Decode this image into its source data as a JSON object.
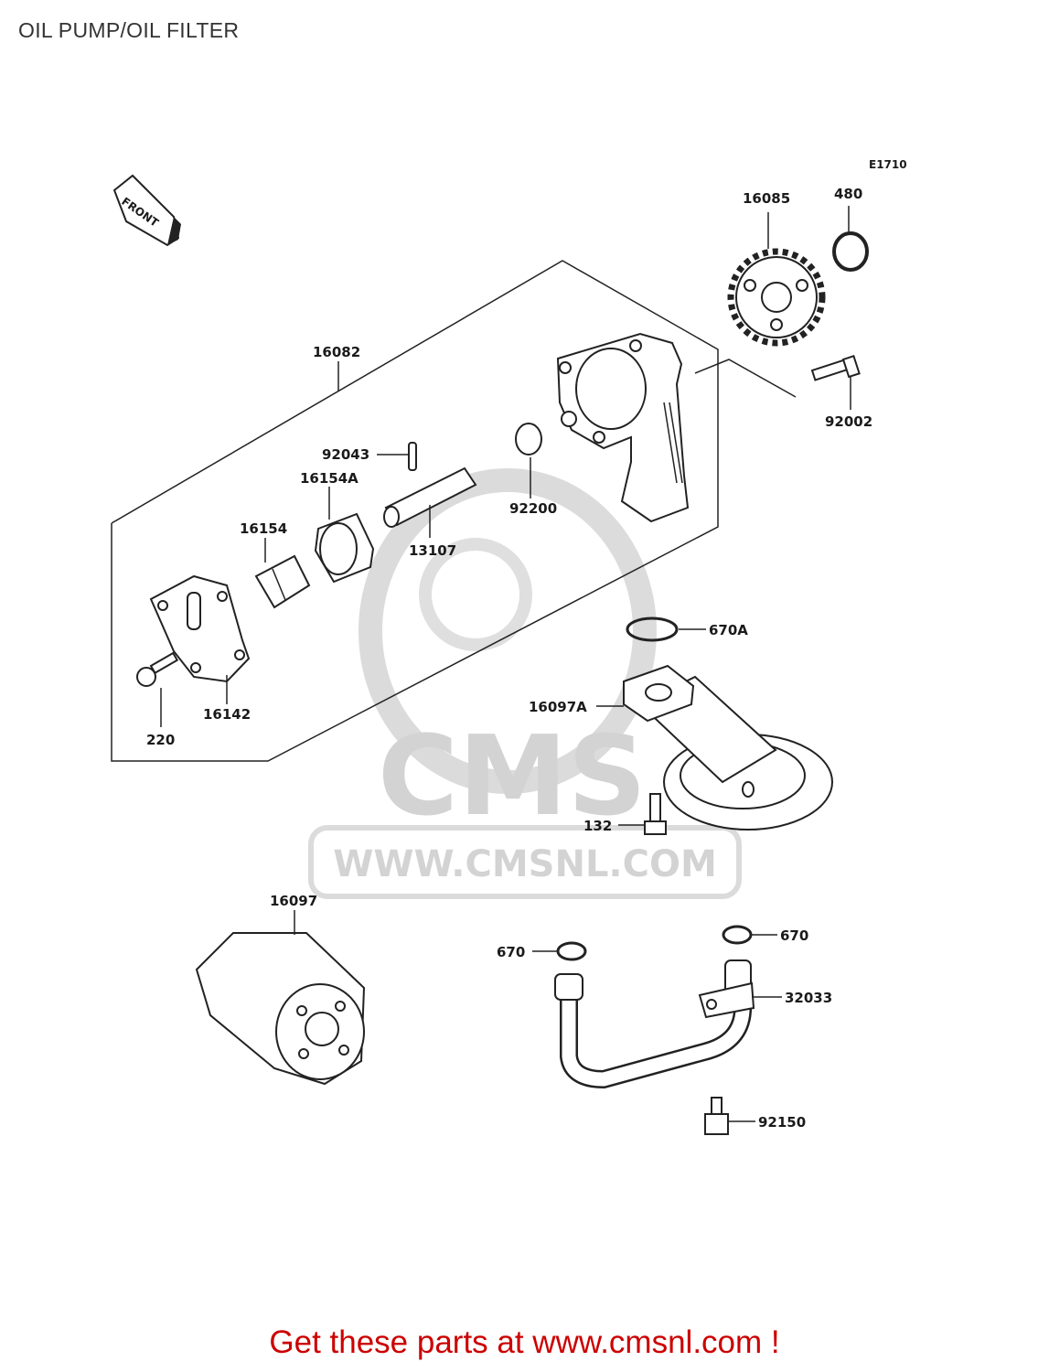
{
  "page": {
    "title": "OIL PUMP/OIL FILTER",
    "cta": "Get these parts at www.cmsnl.com !"
  },
  "diagram": {
    "code": "E1710",
    "direction_label": "FRONT",
    "watermark": {
      "logo_text": "CMS",
      "url_text": "WWW.CMSNL.COM"
    },
    "callouts": {
      "p16085": "16085",
      "p480": "480",
      "p16082": "16082",
      "p92002": "92002",
      "p92043": "92043",
      "p16154A": "16154A",
      "p92200": "92200",
      "p16154": "16154",
      "p13107": "13107",
      "p670A": "670A",
      "p16097A": "16097A",
      "p16142": "16142",
      "p220": "220",
      "p132": "132",
      "p16097": "16097",
      "p670_left": "670",
      "p670_right": "670",
      "p32033": "32033",
      "p92150": "92150"
    }
  }
}
